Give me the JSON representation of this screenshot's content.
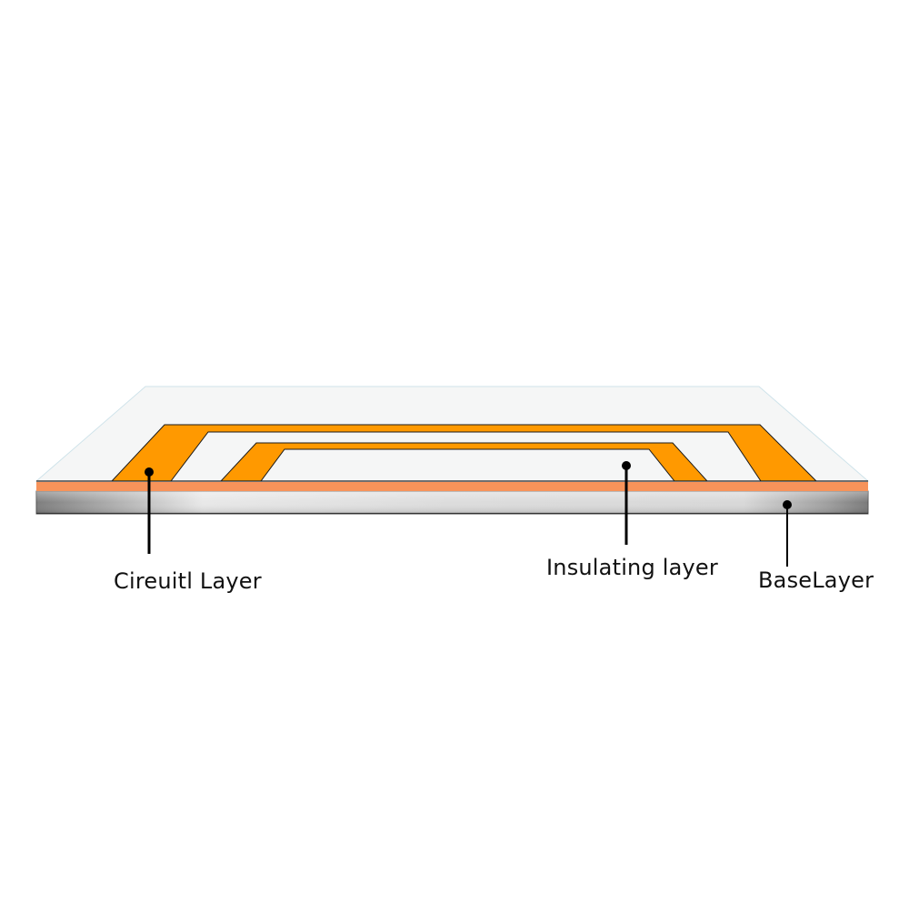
{
  "diagram": {
    "type": "layered-board-cross-section",
    "layers": [
      {
        "id": "circuit",
        "label": "Cireuitl Layer",
        "color": "#FF9900"
      },
      {
        "id": "insulating",
        "label": "Insulating layer",
        "color": "#F5F5F5"
      },
      {
        "id": "base",
        "label": "BaseLayer",
        "color": "#C8C8C8"
      }
    ],
    "colors": {
      "trace": "#FF9900",
      "trace_outline": "#1a1a1a",
      "copper_strip": "#F7935A",
      "insulating_surface": "#F5F6F6",
      "base_light": "#E4E4E4",
      "base_dark": "#8C8C8C",
      "leader_line": "#000000"
    }
  }
}
